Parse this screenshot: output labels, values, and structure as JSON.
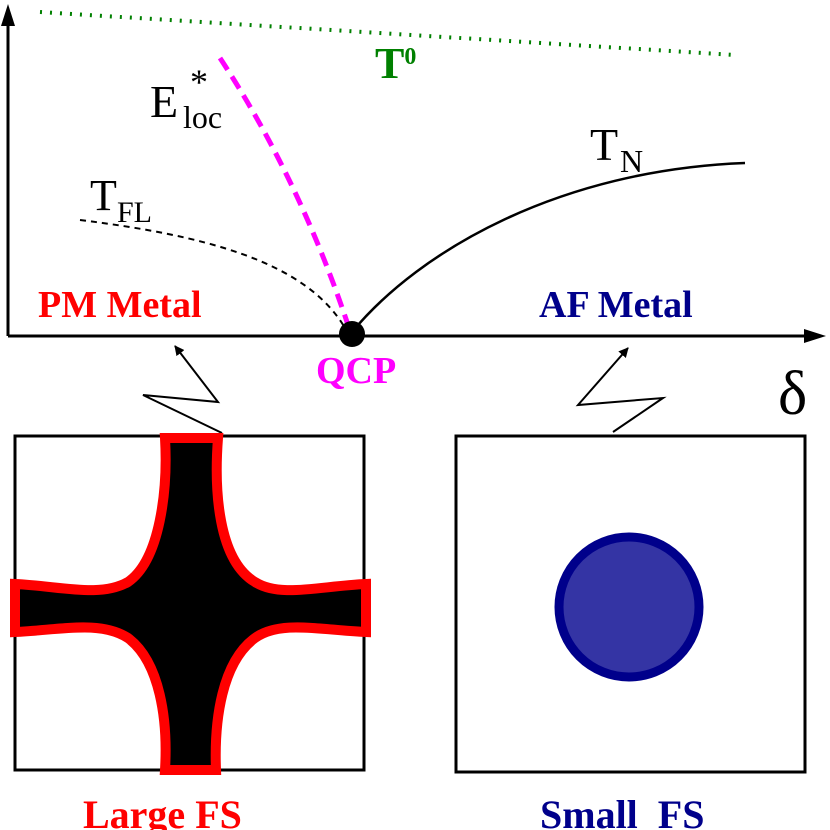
{
  "labels": {
    "t0": "T",
    "t0_sup": "0",
    "eloc": "E",
    "eloc_sup": "*",
    "eloc_sub": "loc",
    "tfl": "T",
    "tfl_sub": "FL",
    "tn": "T",
    "tn_sub": "N",
    "pm_metal": "PM Metal",
    "af_metal": "AF Metal",
    "qcp": "QCP",
    "delta": "δ",
    "large_fs": "Large FS",
    "small_fs": "Small  FS"
  },
  "colors": {
    "red": "#ff0000",
    "navy": "#00008b",
    "magenta": "#ff00ff",
    "green": "#008000",
    "blue_fill": "#3434a4",
    "black": "#000000"
  }
}
